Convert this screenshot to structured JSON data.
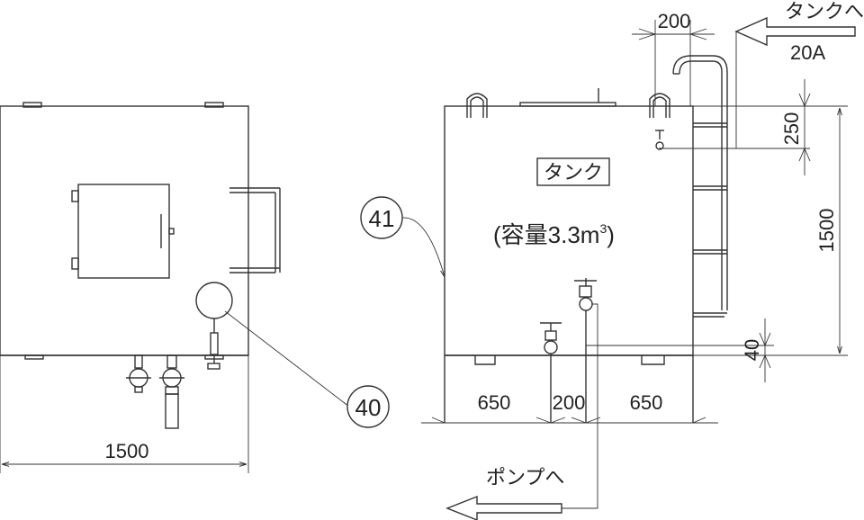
{
  "left_view": {
    "dim_width": "1500",
    "callout_40": "40"
  },
  "right_view": {
    "tank_label": "タンク",
    "capacity_label": "(容量3.3m",
    "capacity_sup": "3",
    "capacity_close": ")",
    "callout_41": "41",
    "dim_top": "200",
    "to_tank": "タンクへ",
    "pipe_size": "20A",
    "dim_250": "250",
    "dim_1500": "1500",
    "dim_40": "40",
    "dim_650_left": "650",
    "dim_200_bottom": "200",
    "dim_650_right": "650",
    "to_pump": "ポンプへ"
  }
}
